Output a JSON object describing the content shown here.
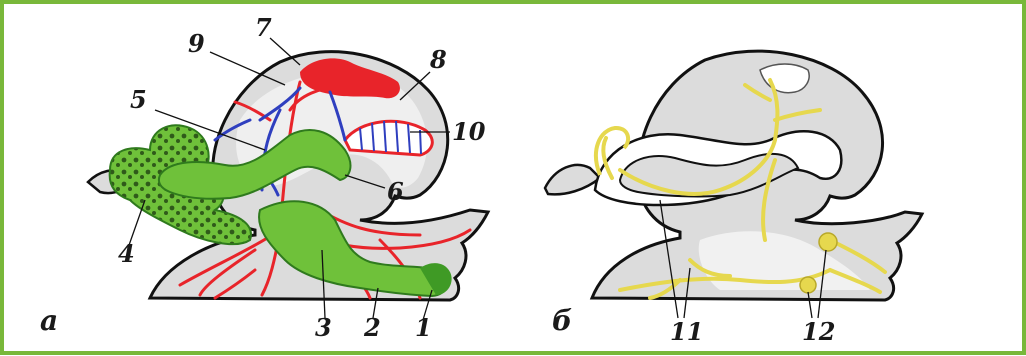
{
  "figure": {
    "panels": [
      {
        "letter": "а",
        "labels": [
          "1",
          "2",
          "3",
          "4",
          "5",
          "6",
          "7",
          "8",
          "9",
          "10"
        ]
      },
      {
        "letter": "б",
        "labels": [
          "11",
          "12"
        ]
      }
    ]
  },
  "colors": {
    "frame": "#79b83a",
    "body_fill": "#dcdcdc",
    "digestive": "#6fc13a",
    "digestive_dark": "#2f7a1d",
    "arteries": "#e8242a",
    "veins": "#2f3fbf",
    "heart": "#e8242a",
    "nerves": "#e6d84e",
    "outline": "#111111"
  }
}
